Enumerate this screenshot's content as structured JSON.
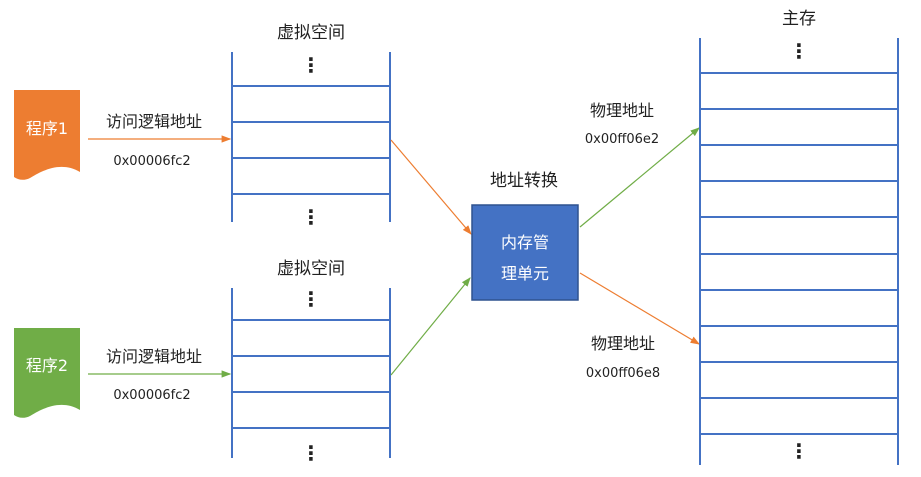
{
  "colors": {
    "orange": "#ED7D31",
    "green": "#70AD47",
    "blue": "#4472C4",
    "mmu_border": "#2F528F"
  },
  "program1": {
    "label": "程序1",
    "action": "访问逻辑地址",
    "address": "0x00006fc2"
  },
  "program2": {
    "label": "程序2",
    "action": "访问逻辑地址",
    "address": "0x00006fc2"
  },
  "virtual_space_1": {
    "title": "虚拟空间",
    "ellipsis": "⋮"
  },
  "virtual_space_2": {
    "title": "虚拟空间",
    "ellipsis": "⋮"
  },
  "mmu": {
    "title": "地址转换",
    "line1": "内存管",
    "line2": "理单元"
  },
  "physical_1": {
    "label": "物理地址",
    "address": "0x00ff06e2"
  },
  "physical_2": {
    "label": "物理地址",
    "address": "0x00ff06e8"
  },
  "main_memory": {
    "title": "主存",
    "ellipsis": "⋮"
  }
}
